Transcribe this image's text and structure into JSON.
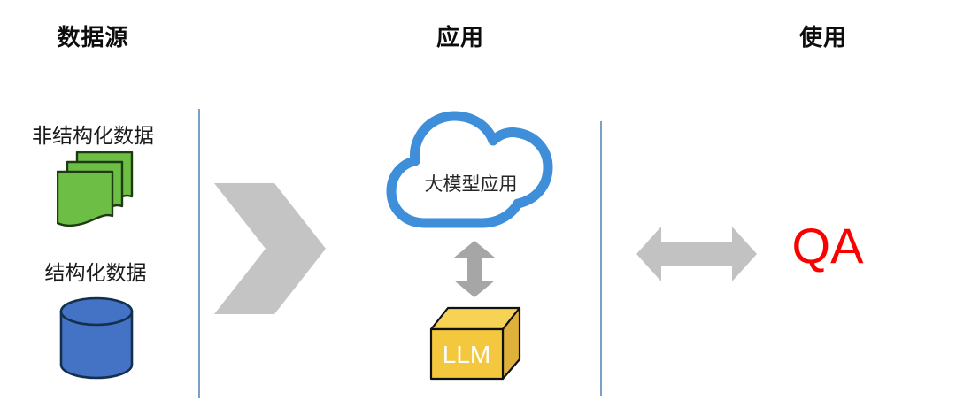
{
  "headers": {
    "data_source": "数据源",
    "application": "应用",
    "usage": "使用"
  },
  "data_source": {
    "unstructured_label": "非结构化数据",
    "structured_label": "结构化数据"
  },
  "application": {
    "cloud_label": "大模型应用",
    "llm_label": "LLM"
  },
  "usage": {
    "qa_label": "QA"
  },
  "icons": {
    "unstructured": "documents-stack-icon",
    "structured": "database-cylinder-icon",
    "application_cloud": "cloud-icon",
    "llm": "cube-3d-icon",
    "flow_left_to_mid": "chevron-right-arrow-icon",
    "cloud_to_llm": "double-arrow-vertical-icon",
    "mid_to_usage": "double-arrow-horizontal-icon"
  },
  "colors": {
    "background": "#FFFFFF",
    "divider": "#7C9FC6",
    "chevron": "#C4C4C4",
    "v_arrow": "#A6A6A6",
    "h_arrow": "#C2C2C2",
    "cloud_stroke": "#3E8EDA",
    "cloud_fill": "#FFFFFF",
    "doc_fill": "#6CBE44",
    "doc_stroke": "#1D3A12",
    "cylinder_fill": "#4472C4",
    "cylinder_stroke": "#14304F",
    "box_top": "#F7D355",
    "box_front": "#F3C83F",
    "box_side": "#E0B13A",
    "box_stroke": "#111111",
    "qa_text": "#FA0000",
    "header_text": "#0D0D0D"
  }
}
